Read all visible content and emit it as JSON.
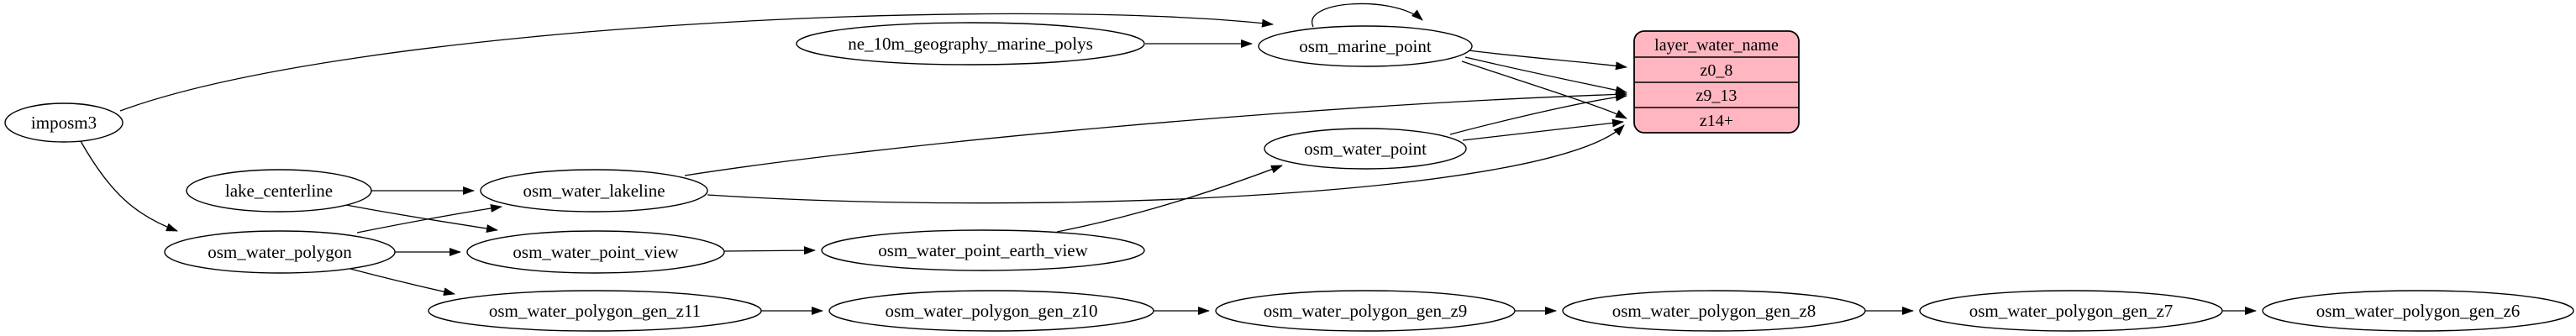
{
  "diagram": {
    "kind": "etl-dependency-graph",
    "nodes": {
      "imposm3": "imposm3",
      "lake_centerline": "lake_centerline",
      "osm_water_polygon": "osm_water_polygon",
      "osm_water_lakeline": "osm_water_lakeline",
      "osm_water_point_view": "osm_water_point_view",
      "osm_water_point_earth_view": "osm_water_point_earth_view",
      "ne_10m_geography_marine_polys": "ne_10m_geography_marine_polys",
      "osm_marine_point": "osm_marine_point",
      "osm_water_point": "osm_water_point",
      "gen_z11": "osm_water_polygon_gen_z11",
      "gen_z10": "osm_water_polygon_gen_z10",
      "gen_z9": "osm_water_polygon_gen_z9",
      "gen_z8": "osm_water_polygon_gen_z8",
      "gen_z7": "osm_water_polygon_gen_z7",
      "gen_z6": "osm_water_polygon_gen_z6"
    },
    "record": {
      "title": "layer_water_name",
      "rows": [
        "z0_8",
        "z9_13",
        "z14+"
      ]
    },
    "colors": {
      "record_fill": "#ffb6c1",
      "node_fill": "#ffffff",
      "stroke": "#000000"
    },
    "edges": [
      {
        "from": "imposm3",
        "to": "osm_marine_point"
      },
      {
        "from": "imposm3",
        "to": "osm_water_polygon"
      },
      {
        "from": "ne_10m_geography_marine_polys",
        "to": "osm_marine_point"
      },
      {
        "from": "osm_marine_point",
        "to": "osm_marine_point"
      },
      {
        "from": "osm_marine_point",
        "to": "layer_water_name:z0_8"
      },
      {
        "from": "osm_marine_point",
        "to": "layer_water_name:z9_13"
      },
      {
        "from": "osm_marine_point",
        "to": "layer_water_name:z14+"
      },
      {
        "from": "lake_centerline",
        "to": "osm_water_lakeline"
      },
      {
        "from": "lake_centerline",
        "to": "osm_water_point_view"
      },
      {
        "from": "osm_water_polygon",
        "to": "osm_water_lakeline"
      },
      {
        "from": "osm_water_polygon",
        "to": "osm_water_point_view"
      },
      {
        "from": "osm_water_polygon",
        "to": "osm_water_polygon_gen_z11"
      },
      {
        "from": "osm_water_lakeline",
        "to": "layer_water_name:z9_13"
      },
      {
        "from": "osm_water_lakeline",
        "to": "layer_water_name:z14+"
      },
      {
        "from": "osm_water_point",
        "to": "layer_water_name:z9_13"
      },
      {
        "from": "osm_water_point",
        "to": "layer_water_name:z14+"
      },
      {
        "from": "osm_water_point_view",
        "to": "osm_water_point_earth_view"
      },
      {
        "from": "osm_water_point_earth_view",
        "to": "osm_water_point"
      },
      {
        "from": "osm_water_polygon_gen_z11",
        "to": "osm_water_polygon_gen_z10"
      },
      {
        "from": "osm_water_polygon_gen_z10",
        "to": "osm_water_polygon_gen_z9"
      },
      {
        "from": "osm_water_polygon_gen_z9",
        "to": "osm_water_polygon_gen_z8"
      },
      {
        "from": "osm_water_polygon_gen_z8",
        "to": "osm_water_polygon_gen_z7"
      },
      {
        "from": "osm_water_polygon_gen_z7",
        "to": "osm_water_polygon_gen_z6"
      }
    ]
  }
}
